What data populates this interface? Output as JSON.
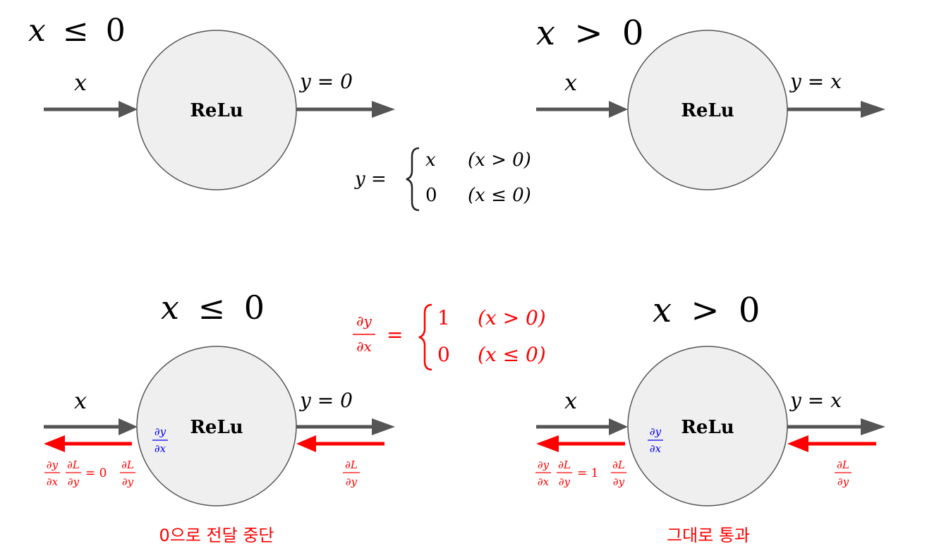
{
  "colors": {
    "arrow_forward": "#555555",
    "arrow_backward": "#ff0000",
    "node_fill": "#efefef",
    "node_stroke": "#555555",
    "text": "#000000",
    "gradient_text": "#ff0000",
    "local_grad_text": "#0000ff"
  },
  "node_label": "ReLu",
  "forward": {
    "left": {
      "condition_lhs": "x",
      "condition_op": "≤",
      "condition_rhs": "0",
      "input_label": "x",
      "output_label": "y = 0"
    },
    "right": {
      "condition_lhs": "x",
      "condition_op": ">",
      "condition_rhs": "0",
      "input_label": "x",
      "output_label": "y = x"
    },
    "formula": {
      "lhs": "y =",
      "case1_value": "x",
      "case1_condition": "(x > 0)",
      "case2_value": "0",
      "case2_condition": "(x ≤ 0)"
    }
  },
  "backward": {
    "formula": {
      "lhs_num": "∂y",
      "lhs_den": "∂x",
      "eq": "=",
      "case1_value": "1",
      "case1_condition": "(x > 0)",
      "case2_value": "0",
      "case2_condition": "(x ≤ 0)"
    },
    "local_grad_num": "∂y",
    "local_grad_den": "∂x",
    "upstream_num": "∂L",
    "upstream_den": "∂y",
    "left": {
      "condition_lhs": "x",
      "condition_op": "≤",
      "condition_rhs": "0",
      "input_label": "x",
      "output_label": "y = 0",
      "result_factor": "= 0",
      "caption": "0으로 전달 중단"
    },
    "right": {
      "condition_lhs": "x",
      "condition_op": ">",
      "condition_rhs": "0",
      "input_label": "x",
      "output_label": "y = x",
      "result_factor": "= 1",
      "caption": "그대로 통과"
    }
  }
}
